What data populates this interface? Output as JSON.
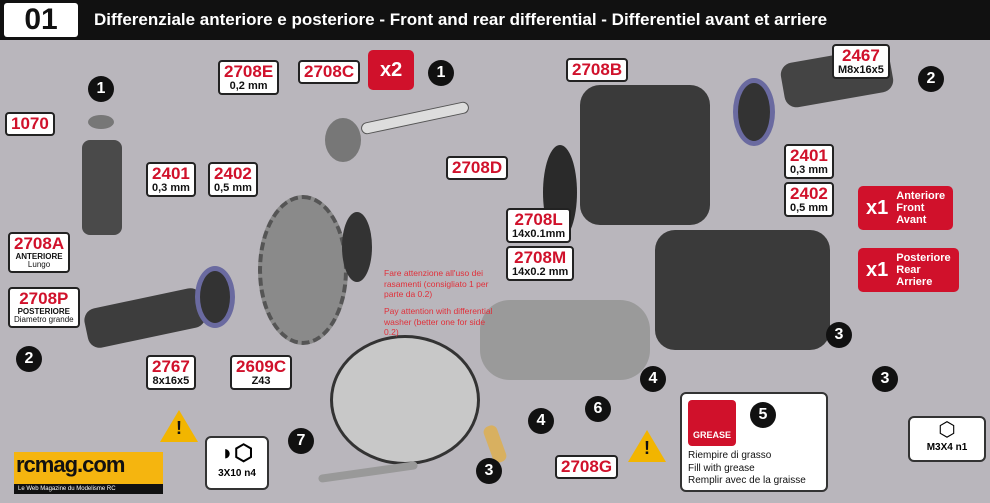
{
  "header": {
    "step": "01",
    "title": "Differenziale anteriore e posteriore - Front and rear differential - Differentiel avant et arriere"
  },
  "labels": {
    "p1070": {
      "code": "1070"
    },
    "p2708A": {
      "code": "2708A",
      "sub": "ANTERIORE",
      "tiny": "Lungo"
    },
    "p2708P": {
      "code": "2708P",
      "sub": "POSTERIORE",
      "tiny": "Diametro grande"
    },
    "p2401a": {
      "code": "2401",
      "sub": "0,3 mm"
    },
    "p2402a": {
      "code": "2402",
      "sub": "0,5 mm"
    },
    "p2708E": {
      "code": "2708E",
      "sub": "0,2 mm"
    },
    "p2708C": {
      "code": "2708C"
    },
    "p2708D": {
      "code": "2708D"
    },
    "p2708B": {
      "code": "2708B"
    },
    "p2467": {
      "code": "2467",
      "sub": "M8x16x5"
    },
    "p2401b": {
      "code": "2401",
      "sub": "0,3 mm"
    },
    "p2402b": {
      "code": "2402",
      "sub": "0,5 mm"
    },
    "p2708L": {
      "code": "2708L",
      "sub": "14x0.1mm"
    },
    "p2708M": {
      "code": "2708M",
      "sub": "14x0.2 mm"
    },
    "p2767": {
      "code": "2767",
      "sub": "8x16x5"
    },
    "p2609C": {
      "code": "2609C",
      "sub": "Z43"
    },
    "p2708G": {
      "code": "2708G"
    }
  },
  "x2": "x2",
  "qty": [
    {
      "n": "x1",
      "lines": [
        "Anteriore",
        "Front",
        "Avant"
      ]
    },
    {
      "n": "x1",
      "lines": [
        "Posteriore",
        "Rear",
        "Arriere"
      ]
    }
  ],
  "note": {
    "it": "Fare attenzione all'uso dei rasamenti (consigliato 1 per parte da 0.2)",
    "en": "Pay attention with differential washer (better one for side 0.2)"
  },
  "steps": [
    "1",
    "1",
    "2",
    "2",
    "3",
    "3",
    "3",
    "4",
    "4",
    "5",
    "6",
    "7"
  ],
  "grease": {
    "badge": "GREASE",
    "lines": [
      "Riempire di grasso",
      "Fill with grease",
      "Remplir avec de la graisse"
    ]
  },
  "screws": {
    "m3x4": "M3X4 n1",
    "s3x10": "3X10 n4"
  },
  "logo": {
    "name": "rcmag.com",
    "tagline": "Le Web Magazine du Modelisme RC"
  },
  "colors": {
    "accent": "#d0112b",
    "warning": "#f2b500",
    "background": "#b9b6bc"
  }
}
